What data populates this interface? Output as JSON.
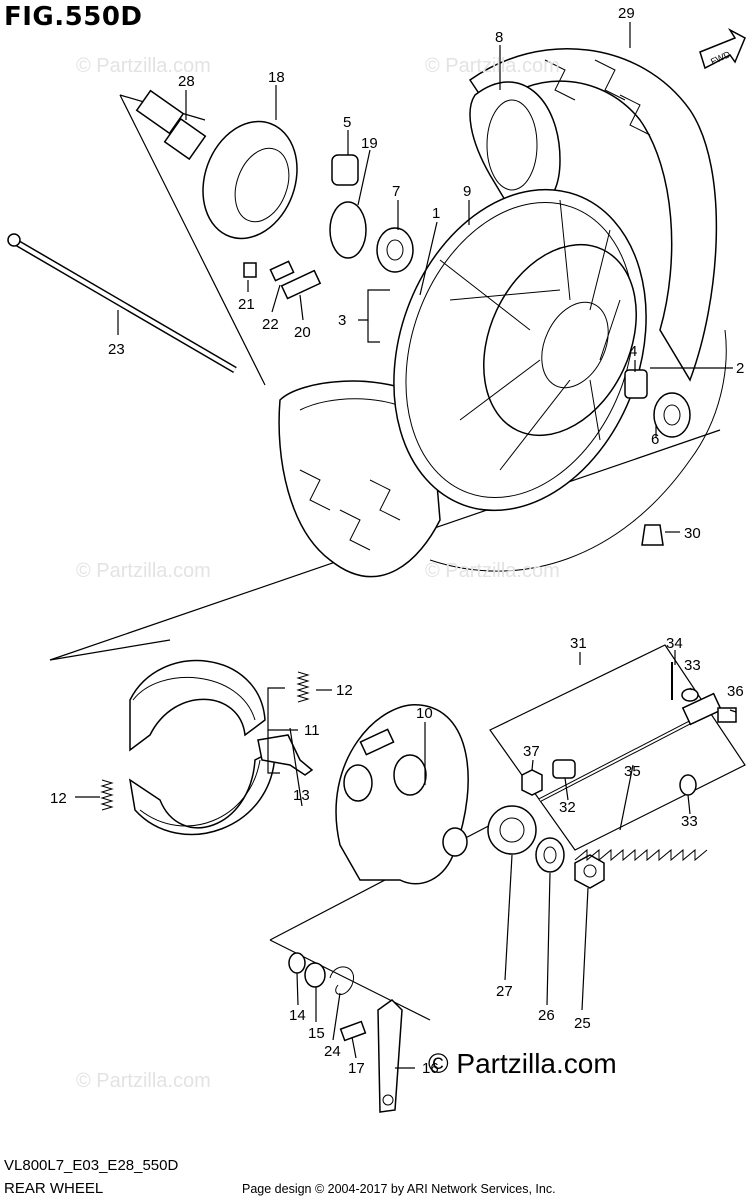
{
  "figure": {
    "title": "FIG.550D",
    "model_code": "VL800L7_E03_E28_550D",
    "section_name": "REAR WHEEL",
    "footer_credit": "Page design © 2004-2017 by ARI Network Services, Inc."
  },
  "direction_tag": "FWD",
  "watermarks": {
    "small": "© Partzilla.com",
    "large": "© Partzilla.com"
  },
  "callouts": {
    "c1": "1",
    "c2": "2",
    "c3": "3",
    "c4": "4",
    "c5": "5",
    "c6": "6",
    "c7": "7",
    "c8": "8",
    "c9": "9",
    "c10": "10",
    "c11": "11",
    "c12a": "12",
    "c12b": "12",
    "c13": "13",
    "c14": "14",
    "c15": "15",
    "c16": "16",
    "c17": "17",
    "c18": "18",
    "c19": "19",
    "c20": "20",
    "c21": "21",
    "c22": "22",
    "c23": "23",
    "c24": "24",
    "c25": "25",
    "c26": "26",
    "c27": "27",
    "c28": "28",
    "c29": "29",
    "c30": "30",
    "c31": "31",
    "c32": "32",
    "c33a": "33",
    "c33b": "33",
    "c34": "34",
    "c35": "35",
    "c36": "36",
    "c37": "37"
  }
}
